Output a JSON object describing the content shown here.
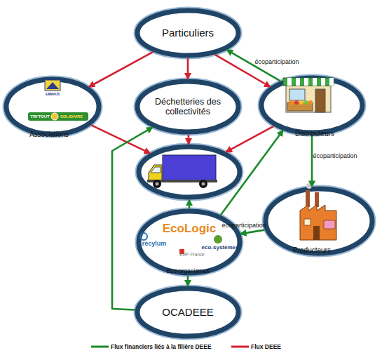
{
  "diagram": {
    "nodes": [
      {
        "text": [
          "Particuliers"
        ]
      },
      {
        "text": [
          "EMMAUS",
          "TRI'TOUT",
          "SOLIDAIRE",
          "Associations"
        ]
      },
      {
        "text": [
          "Déchetteries des collectivités"
        ]
      },
      {
        "text": [
          "Distributeurs"
        ]
      },
      {
        "text": []
      },
      {
        "text": [
          "EcoLogic",
          "récylum",
          "ERP France",
          "éco-systèmes",
          "Eco-organismes"
        ]
      },
      {
        "text": [
          "Producteurs"
        ]
      },
      {
        "text": [
          "OCADEEE"
        ]
      }
    ],
    "edges": [
      {
        "from": 0,
        "to": 1,
        "arrow": "to"
      },
      {
        "from": 0,
        "to": 2,
        "arrow": "to"
      },
      {
        "from": 0,
        "to": 3,
        "arrow": "to"
      },
      {
        "from": 3,
        "to": 0,
        "label": "écoparticipation",
        "arrow": "to"
      },
      {
        "from": 1,
        "to": 4,
        "arrow": "to"
      },
      {
        "from": 2,
        "to": 4,
        "arrow": "to"
      },
      {
        "from": 3,
        "to": 4,
        "arrow": "to"
      },
      {
        "from": 3,
        "to": 6,
        "label": "écoparticipation",
        "arrow": "to"
      },
      {
        "from": 6,
        "to": 5,
        "label": "écoparticipation",
        "arrow": "to"
      },
      {
        "from": 5,
        "to": 3,
        "arrow": "to"
      },
      {
        "from": 5,
        "to": 4,
        "arrow": "to"
      },
      {
        "from": 5,
        "to": 7,
        "arrow": "to"
      },
      {
        "from": 7,
        "to": 2,
        "arrow": "to"
      }
    ],
    "legend": [
      {
        "text": "Flux financiers liés à la filière DEEE"
      },
      {
        "text": "Flux DEEE"
      }
    ]
  }
}
